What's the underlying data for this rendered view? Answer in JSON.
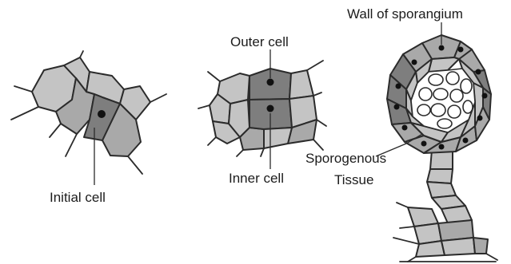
{
  "labels": {
    "initial_cell": "Initial cell",
    "outer_cell": "Outer cell",
    "inner_cell": "Inner cell",
    "wall_of_sporangium": "Wall of sporangium",
    "sporogenous_line1": "Sporogenous",
    "sporogenous_line2": "Tissue"
  }
}
